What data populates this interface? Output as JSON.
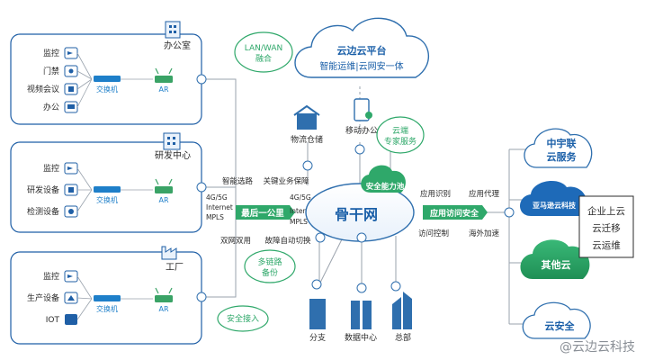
{
  "cloud": {
    "title": "云边云平台",
    "subtitle": "智能运维|云网安一体"
  },
  "sites": {
    "office": {
      "name": "办公室",
      "devices": [
        "监控",
        "门禁",
        "视频会议",
        "办公"
      ],
      "switch": "交换机",
      "router": "AR"
    },
    "rnd": {
      "name": "研发中心",
      "devices": [
        "监控",
        "研发设备",
        "检测设备"
      ],
      "switch": "交换机",
      "router": "AR"
    },
    "factory": {
      "name": "工厂",
      "devices": [
        "监控",
        "生产设备",
        "IOT"
      ],
      "switch": "交换机",
      "router": "AR"
    }
  },
  "bubbles": {
    "lan_wan": [
      "LAN/WAN",
      "融合"
    ],
    "cloud_expert": [
      "云端",
      "专家服务"
    ],
    "multi_link": [
      "多链路",
      "备份"
    ],
    "secure_access": "安全接入"
  },
  "middle": {
    "smart_route": "智能选路",
    "key_service": "关键业务保障",
    "dual_net": "双网双用",
    "fault_switch": "故障自动切换",
    "last_mile": "最后一公里",
    "left_access": [
      "4G/5G",
      "Internet",
      "MPLS"
    ],
    "right_access": [
      "4G/5G",
      "Internet",
      "MPLS"
    ]
  },
  "backbone": {
    "label": "骨干网",
    "security_pool": "安全能力池"
  },
  "top_nodes": {
    "logistics": "物流仓储",
    "mobile": "移动办公"
  },
  "bottom_nodes": [
    "分支",
    "数据中心",
    "总部"
  ],
  "app_access": {
    "label": "应用访问安全",
    "app_identify": "应用识别",
    "app_proxy": "应用代理",
    "access_control": "访问控制",
    "overseas": "海外加速"
  },
  "right": {
    "zhongyulian": [
      "中宇联",
      "云服务"
    ],
    "aws": "亚马逊云科技",
    "other_cloud": "其他云",
    "cloud_security": "云安全",
    "enterprise": [
      "企业上云",
      "云迁移",
      "云运维"
    ]
  },
  "watermark": "@云边云科技",
  "colors": {
    "green": "#2fa86a",
    "blue_dark": "#1a5fa8",
    "switch": "#1e7fc9",
    "line": "#9aa3ad"
  }
}
